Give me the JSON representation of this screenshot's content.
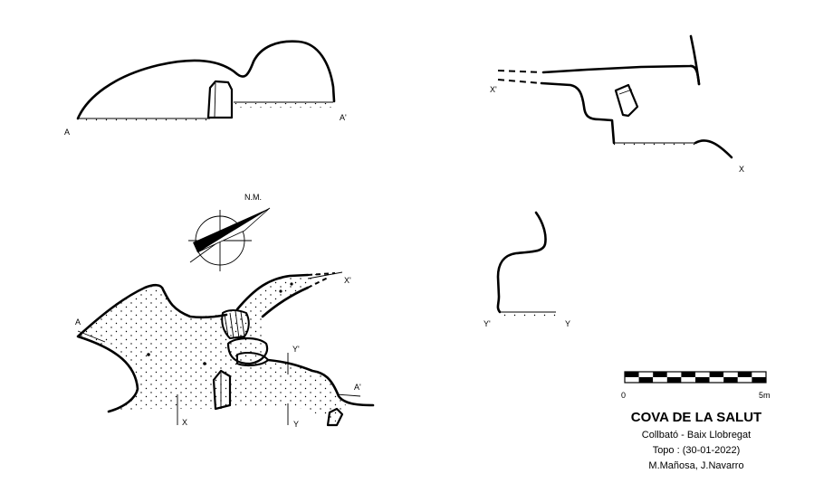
{
  "labels": {
    "section_a_start": "A",
    "section_a_end": "A'",
    "section_x_start": "X'",
    "section_x_end": "X",
    "section_y_start": "Y'",
    "section_y_end": "Y",
    "north": "N.M.",
    "plan_a": "A",
    "plan_a_prime": "A'",
    "plan_x_prime": "X'",
    "plan_x": "X",
    "plan_y_prime": "Y'",
    "plan_y": "Y"
  },
  "scale": {
    "start_label": "0",
    "end_label": "5m",
    "segments": 10
  },
  "info": {
    "title": "COVA DE LA SALUT",
    "location": "Collbató - Baix Llobregat",
    "survey_date": "Topo : (30-01-2022)",
    "authors": "M.Mañosa, J.Navarro"
  }
}
